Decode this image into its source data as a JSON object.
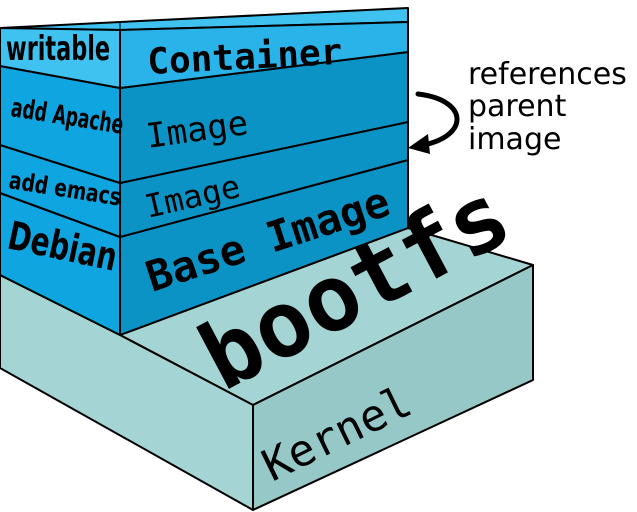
{
  "layers": {
    "kernel": {
      "side_label": "",
      "face_label": "Kernel"
    },
    "bootfs": {
      "face_label": "bootfs"
    },
    "debian": {
      "side_label": "Debian",
      "face_label": "Base Image"
    },
    "emacs": {
      "side_label": "add emacs",
      "face_label": "Image"
    },
    "apache": {
      "side_label": "add Apache",
      "face_label": "Image"
    },
    "container": {
      "side_label": "writable",
      "face_label": "Container"
    }
  },
  "annotation": {
    "lines": [
      "references",
      "parent",
      "image"
    ]
  },
  "colors": {
    "kernel_top": "#a4d4d4",
    "kernel_side": "#96c8c8",
    "base_front": "#0ea5e0",
    "base_side": "#0c93c6",
    "container_front": "#3fc2f0",
    "container_side": "#2ab3e8"
  }
}
